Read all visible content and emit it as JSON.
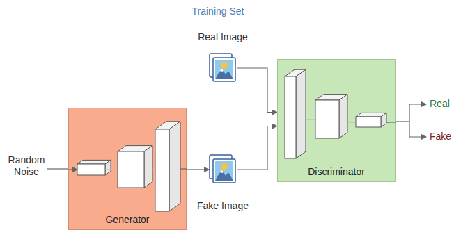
{
  "diagram": {
    "nodes": [
      {
        "text": [
          "Real Image"
        ]
      },
      {
        "text": [
          "Generator"
        ]
      },
      {
        "text": [
          "Fake Image"
        ]
      },
      {
        "text": [
          "Discriminator"
        ]
      }
    ],
    "edges": [
      {
        "from": 0,
        "to": 3,
        "arrow": "to"
      },
      {
        "from": 1,
        "to": 2,
        "arrow": "to"
      },
      {
        "from": 2,
        "to": 3,
        "arrow": "to"
      }
    ],
    "labels": [
      "Training Set",
      "Random Noise",
      "Real",
      "Fake"
    ]
  }
}
